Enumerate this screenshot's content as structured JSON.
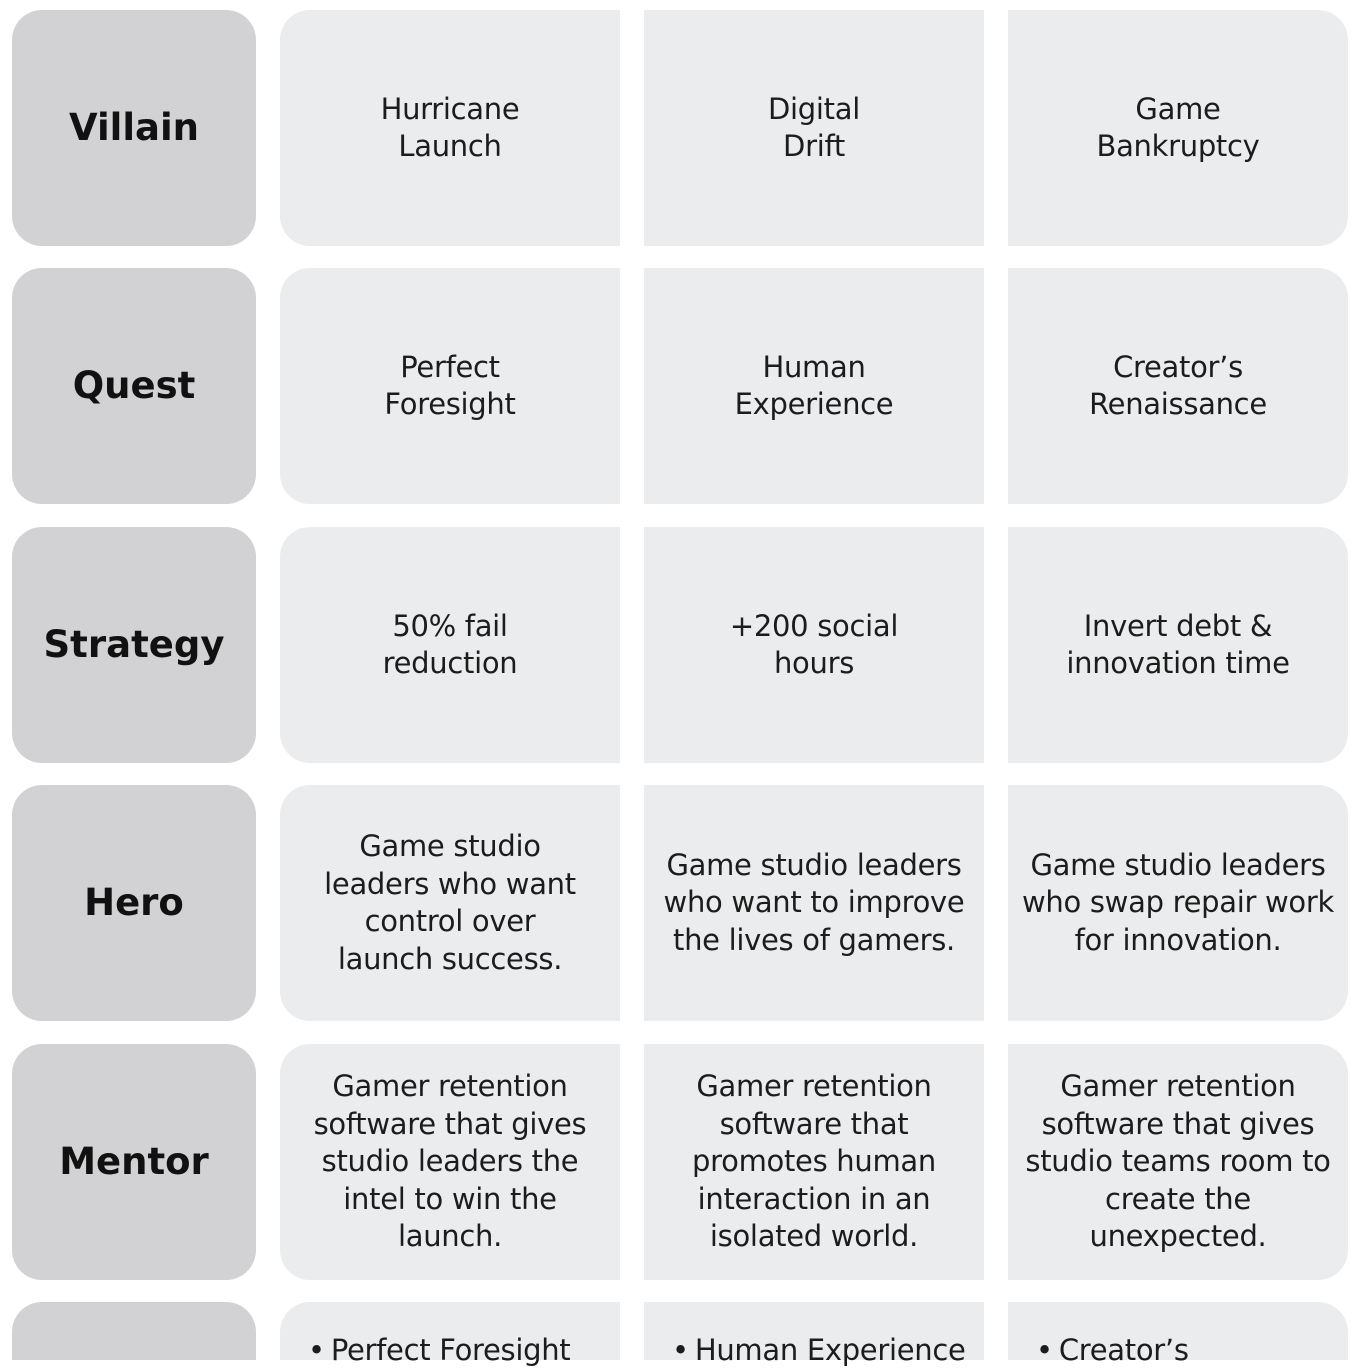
{
  "rows": [
    {
      "label": "Villain",
      "cells": [
        "Hurricane\nLaunch",
        "Digital\nDrift",
        "Game\nBankruptcy"
      ]
    },
    {
      "label": "Quest",
      "cells": [
        "Perfect\nForesight",
        "Human\nExperience",
        "Creator’s\nRenaissance"
      ]
    },
    {
      "label": "Strategy",
      "cells": [
        "50% fail\nreduction",
        "+200 social\nhours",
        "Invert debt &\ninnovation time"
      ]
    },
    {
      "label": "Hero",
      "cells": [
        "Game studio\nleaders who want\ncontrol over\nlaunch success.",
        "Game studio leaders\nwho want to improve\nthe lives of gamers.",
        "Game studio leaders\nwho swap repair work\nfor innovation."
      ]
    },
    {
      "label": "Mentor",
      "cells": [
        "Gamer retention\nsoftware that gives\nstudio leaders the\nintel to win the\nlaunch.",
        "Gamer retention\nsoftware that\npromotes human\ninteraction in an\nisolated world.",
        "Gamer retention\nsoftware that gives\nstudio teams room to\ncreate the\nunexpected."
      ]
    }
  ],
  "partial_row": {
    "label": "",
    "bullets": [
      "Perfect Foresight",
      "Human Experience",
      "Creator’s"
    ]
  }
}
